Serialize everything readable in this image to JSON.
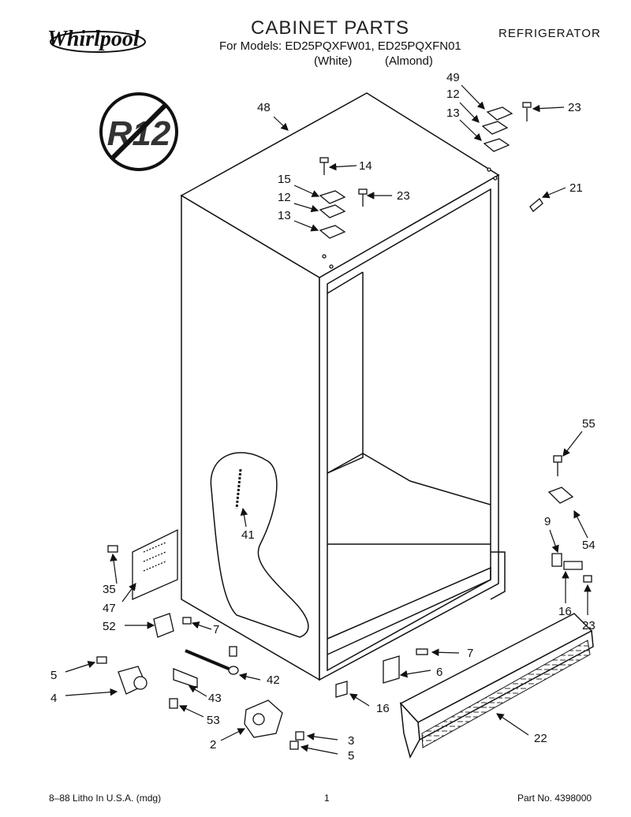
{
  "header": {
    "brand": "Whirlpool",
    "title": "CABINET PARTS",
    "models": "For Models: ED25PQXFW01, ED25PQXFN01",
    "variants": "(White)          (Almond)",
    "category": "REFRIGERATOR"
  },
  "badge": {
    "text": "R12"
  },
  "callouts": {
    "c48": "48",
    "c49": "49",
    "c12a": "12",
    "c13a": "13",
    "c23a": "23",
    "c14": "14",
    "c15": "15",
    "c12b": "12",
    "c23b": "23",
    "c13b": "13",
    "c21": "21",
    "c55": "55",
    "c9": "9",
    "c54": "54",
    "c16a": "16",
    "c23c": "23",
    "c41": "41",
    "c35": "35",
    "c47": "47",
    "c52": "52",
    "c7a": "7",
    "c7b": "7",
    "c6": "6",
    "c42": "42",
    "c43": "43",
    "c5a": "5",
    "c4": "4",
    "c53": "53",
    "c2": "2",
    "c3": "3",
    "c5b": "5",
    "c16b": "16",
    "c22": "22"
  },
  "footer": {
    "printing": "8–88 Litho In U.S.A. (mdg)",
    "page": "1",
    "part_no": "Part No. 4398000"
  }
}
